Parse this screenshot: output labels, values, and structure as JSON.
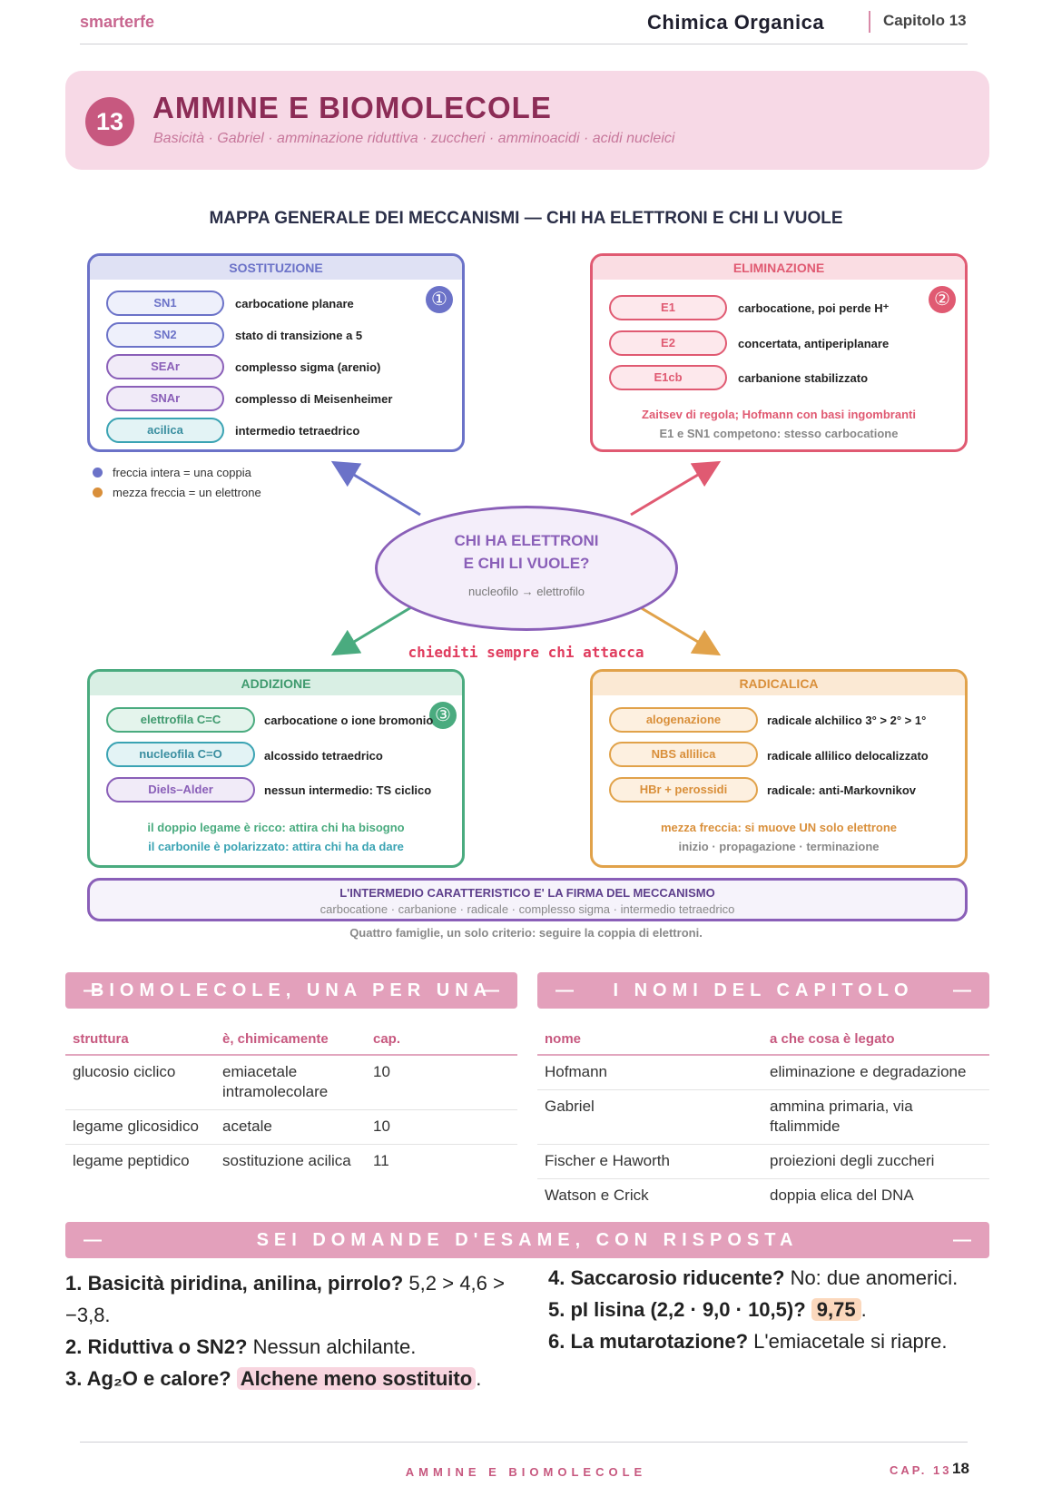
{
  "header": {
    "brand": "smarterfe",
    "book": "Chimica Organica",
    "chapter": "Capitolo 13"
  },
  "hero": {
    "number": "13",
    "title": "AMMINE E BIOMOLECOLE",
    "subtitle": "Basicità · Gabriel · amminazione riduttiva · zuccheri · amminoacidi · acidi nucleici"
  },
  "map": {
    "title": "MAPPA GENERALE DEI MECCANISMI — CHI HA ELETTRONI E CHI LI VUOLE",
    "colors": {
      "sostituzione": "#6b72c8",
      "eliminazione": "#e05a72",
      "addizione": "#4aab7f",
      "radicalica": "#e1a24a",
      "centro": "#8a5fb8"
    },
    "sostituzione": {
      "head": "SOSTITUZIONE",
      "badge": "①",
      "rows": [
        {
          "tag": "SN1",
          "text": "carbocatione planare"
        },
        {
          "tag": "SN2",
          "text": "stato di transizione a 5"
        },
        {
          "tag": "SEAr",
          "text": "complesso sigma (arenio)"
        },
        {
          "tag": "SNAr",
          "text": "complesso di Meisenheimer"
        },
        {
          "tag": "acilica",
          "text": "intermedio tetraedrico"
        }
      ]
    },
    "eliminazione": {
      "head": "ELIMINAZIONE",
      "badge": "②",
      "rows": [
        {
          "tag": "E1",
          "text": "carbocatione, poi perde H⁺"
        },
        {
          "tag": "E2",
          "text": "concertata, antiperiplanare"
        },
        {
          "tag": "E1cb",
          "text": "carbanione stabilizzato"
        }
      ],
      "note1": "Zaitsev di regola; Hofmann con basi ingombranti",
      "note2": "E1 e SN1 competono: stesso carbocatione"
    },
    "addizione": {
      "head": "ADDIZIONE",
      "badge": "③",
      "rows": [
        {
          "tag": "elettrofila C=C",
          "text": "carbocatione o ione bromonio"
        },
        {
          "tag": "nucleofila C=O",
          "text": "alcossido tetraedrico"
        },
        {
          "tag": "Diels–Alder",
          "text": "nessun intermedio: TS ciclico"
        }
      ],
      "note1": "il doppio legame è ricco: attira chi ha bisogno",
      "note2": "il carbonile è polarizzato: attira chi ha da dare"
    },
    "radicalica": {
      "head": "RADICALICA",
      "rows": [
        {
          "tag": "alogenazione",
          "text": "radicale alchilico 3° > 2° > 1°"
        },
        {
          "tag": "NBS allilica",
          "text": "radicale allilico delocalizzato"
        },
        {
          "tag": "HBr + perossidi",
          "text": "radicale: anti-Markovnikov"
        }
      ],
      "note1": "mezza freccia: si muove UN solo elettrone",
      "note2": "inizio · propagazione · terminazione"
    },
    "legend": [
      {
        "text": "freccia intera = una coppia",
        "color": "#6b72c8"
      },
      {
        "text": "mezza freccia = un elettrone",
        "color": "#d98f3a"
      }
    ],
    "center": {
      "line1": "CHI HA ELETTRONI",
      "line2": "E CHI LI VUOLE?",
      "sub": "nucleofilo → elettrofilo"
    },
    "cue": "chiediti sempre chi attacca",
    "signature": {
      "title": "L'INTERMEDIO CARATTERISTICO E' LA FIRMA DEL MECCANISMO",
      "list": "carbocatione · carbanione · radicale · complesso sigma · intermedio tetraedrico"
    },
    "footnote": "Quattro famiglie, un solo criterio: seguire la coppia di elettroni."
  },
  "biomolecole": {
    "title": "BIOMOLECOLE, UNA PER UNA",
    "headers": [
      "struttura",
      "è, chimicamente",
      "cap."
    ],
    "rows": [
      [
        "glucosio ciclico",
        "emiacetale intramolecolare",
        "10"
      ],
      [
        "legame glicosidico",
        "acetale",
        "10"
      ],
      [
        "legame peptidico",
        "sostituzione acilica",
        "11"
      ]
    ]
  },
  "nomi": {
    "title": "I NOMI DEL CAPITOLO",
    "headers": [
      "nome",
      "a che cosa è legato"
    ],
    "rows": [
      [
        "Hofmann",
        "eliminazione e degradazione"
      ],
      [
        "Gabriel",
        "ammina primaria, via ftalimmide"
      ],
      [
        "Fischer e Haworth",
        "proiezioni degli zuccheri"
      ],
      [
        "Watson e Crick",
        "doppia elica del DNA"
      ]
    ]
  },
  "domande": {
    "title": "SEI DOMANDE D'ESAME, CON RISPOSTA",
    "q1": {
      "q": "1. Basicità piridina, anilina, pirrolo?",
      "a": "5,2 > 4,6 > −3,8."
    },
    "q2": {
      "q": "2. Riduttiva o SN2?",
      "a": "Nessun alchilante."
    },
    "q3": {
      "q": "3. Ag₂O e calore?",
      "a": "Alchene meno sostituito",
      "end": "."
    },
    "q4": {
      "q": "4. Saccarosio riducente?",
      "a": "No: due anomerici."
    },
    "q5": {
      "q": "5. pI lisina (2,2 · 9,0 · 10,5)?",
      "a": "9,75",
      "end": "."
    },
    "q6": {
      "q": "6. La mutarotazione?",
      "a": "L'emiacetale si riapre."
    }
  },
  "footer": {
    "title": "AMMINE E BIOMOLECOLE",
    "cap": "CAP. 13",
    "page": "18"
  }
}
